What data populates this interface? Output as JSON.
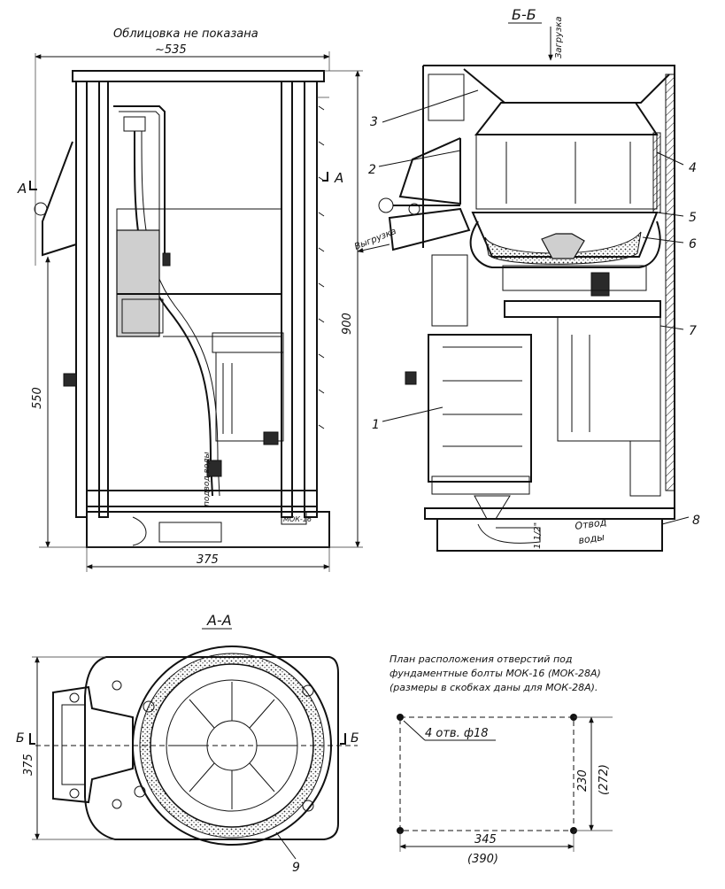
{
  "front_view": {
    "note": "Облицовка не показана",
    "width_top": "~535",
    "height_left": "550",
    "height_right": "900",
    "width_bottom": "375",
    "section_mark": "А",
    "hose_label": "подвод воды",
    "plate_label": "МОК-16"
  },
  "section_bb": {
    "title": "Б-Б",
    "load_label": "Загрузка",
    "unload_label": "Выгрузка",
    "drain_label_1": "Отвод",
    "drain_label_2": "воды",
    "pipe_size": "1 1/2\"",
    "callouts": [
      "1",
      "2",
      "3",
      "4",
      "5",
      "6",
      "7",
      "8"
    ]
  },
  "section_aa": {
    "title": "А-А",
    "dim_left": "375",
    "section_mark": "Б",
    "callout": "9"
  },
  "plan": {
    "title_line_1": "План расположения отверстий под",
    "title_line_2": "фундаментные болты МОК-16 (МОК-28А)",
    "title_line_3": "(размеры в скобках даны для МОК-28А).",
    "holes_label": "4 отв. ф18",
    "dim_width": "345",
    "dim_width_alt": "(390)",
    "dim_height": "230",
    "dim_height_alt": "(272)"
  }
}
